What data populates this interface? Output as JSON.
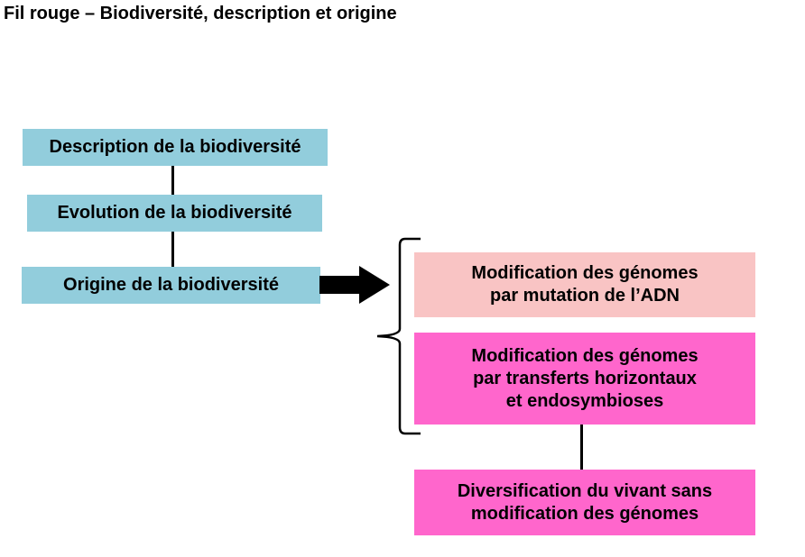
{
  "title": "Fil rouge – Biodiversité, description et origine",
  "boxes": {
    "description": "Description de la biodiversité",
    "evolution": "Evolution de la biodiversité",
    "origine": "Origine de la biodiversité",
    "mutation": "Modification des génomes\npar mutation de l’ADN",
    "transferts": "Modification des génomes\npar transferts horizontaux\net endosymbioses",
    "diversification": "Diversification du vivant sans\nmodification des génomes"
  },
  "colors": {
    "blue_box": "#92cddc",
    "light_pink_box": "#f9c4c4",
    "magenta_box": "#ff66cc",
    "lines": "#000000"
  }
}
